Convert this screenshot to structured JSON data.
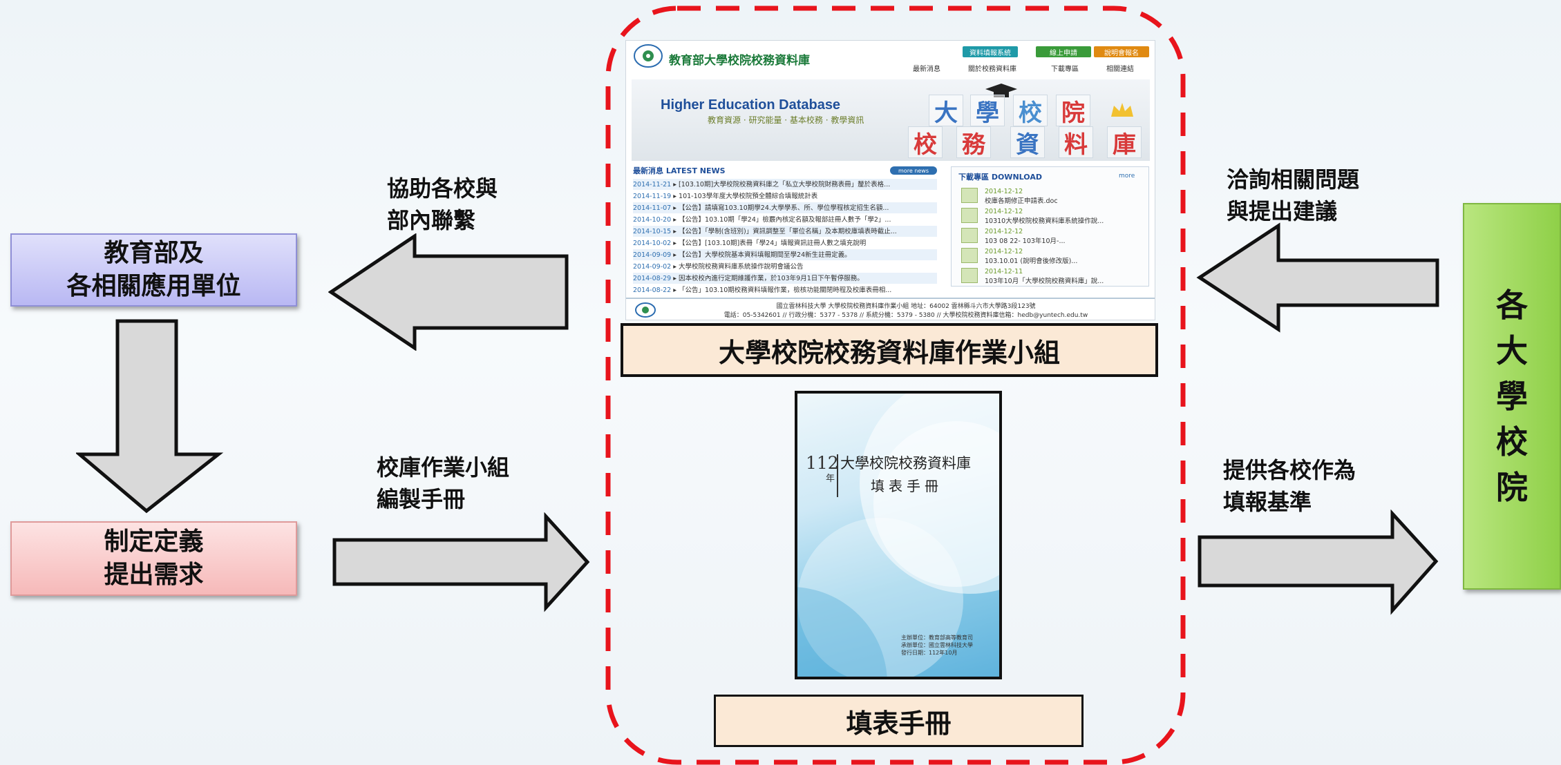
{
  "left": {
    "moe_box": [
      "教育部及",
      "各相關應用單位"
    ],
    "define_box": [
      "制定定義",
      "提出需求"
    ],
    "assist_label": "協助各校與\n部內聯繫",
    "compile_label": "校庫作業小組\n編製手冊"
  },
  "right": {
    "inquiry_label": "洽詢相關問題\n與提出建議",
    "provide_label": "提供各校作為\n填報基準",
    "universities_box": [
      "各",
      "大",
      "學",
      "校",
      "院"
    ]
  },
  "center": {
    "team_label": "大學校院校務資料庫作業小組",
    "manual_label": "填表手冊"
  },
  "website": {
    "title": "教育部大學校院校務資料庫",
    "buttons": [
      {
        "label": "資料填報系統",
        "color": "#1f9aa8"
      },
      {
        "label": "線上申請",
        "color": "#3a9b3a"
      },
      {
        "label": "說明會報名",
        "color": "#e08a12"
      }
    ],
    "nav": [
      "最新消息",
      "關於校務資料庫",
      "下載專區",
      "相關連結"
    ],
    "banner_title": "Higher Education Database",
    "banner_sub": "教育資源 · 研究能量 · 基本校務 · 教學資訊",
    "banner_cubes": [
      {
        "char": "大",
        "color": "#3a74c2"
      },
      {
        "char": "學",
        "color": "#3a74c2"
      },
      {
        "char": "校",
        "color": "#4a8fd0"
      },
      {
        "char": "院",
        "color": "#d83a3a"
      },
      {
        "char": "校",
        "color": "#d83a3a"
      },
      {
        "char": "務",
        "color": "#d83a3a"
      },
      {
        "char": "資",
        "color": "#3a74c2"
      },
      {
        "char": "料",
        "color": "#d83a3a"
      },
      {
        "char": "庫",
        "color": "#d83a3a"
      }
    ],
    "news_heading": "最新消息  LATEST  NEWS",
    "news_more": "more news",
    "news": [
      {
        "date": "2014-11-21",
        "text": "[103.10期]大學校院校務資料庫之「私立大學校院財務表冊」釐於表格..."
      },
      {
        "date": "2014-11-19",
        "text": "101-103學年度大學校院預全體綜合填報統計表"
      },
      {
        "date": "2014-11-07",
        "text": "【公告】請填寫103.10期學24.大學學系、所、學位學程核定招生名額..."
      },
      {
        "date": "2014-10-20",
        "text": "【公告】103.10期「學24」檢覈內核定名額及報部註冊人數予「學2」..."
      },
      {
        "date": "2014-10-15",
        "text": "【公告】「學制(含班別)」資訊調整至「單位名稱」及本期校庫填表時截止..."
      },
      {
        "date": "2014-10-02",
        "text": "【公告】[103.10期]表冊「學24」填報資訊註冊人數之填充說明"
      },
      {
        "date": "2014-09-09",
        "text": "【公告】大學校院基本資料填報期間至學24新生註冊定義。"
      },
      {
        "date": "2014-09-02",
        "text": "大學校院校務資料庫系統操作說明會議公告"
      },
      {
        "date": "2014-08-29",
        "text": "因本校校內進行定期維護作業，於103年9月1日下午暫停服務。"
      },
      {
        "date": "2014-08-22",
        "text": "「公告」103.10期校務資料填報作業，檢核功能關閉時程及校庫表冊相..."
      }
    ],
    "download_heading": "下載專區  DOWNLOAD",
    "download_more": "more",
    "downloads": [
      {
        "date": "2014-12-12",
        "text": "校庫各期修正申請表.doc"
      },
      {
        "date": "2014-12-12",
        "text": "10310大學校院校務資料庫系統操作說..."
      },
      {
        "date": "2014-12-12",
        "text": "103 08 22- 103年10月-..."
      },
      {
        "date": "2014-12-12",
        "text": "103.10.01 (說明會後修改版)..."
      },
      {
        "date": "2014-12-11",
        "text": "103年10月「大學校院校務資料庫」說..."
      }
    ],
    "footer_line1": "國立雲林科技大學  大學校院校務資料庫作業小組          地址：64002 雲林縣斗六市大學路3段123號",
    "footer_line2": "電話：05-5342601  //  行政分機：5377 - 5378  //  系統分機：5379 - 5380  //  大學校院校務資料庫信箱：hedb@yuntech.edu.tw"
  },
  "manual_cover": {
    "year": "112",
    "year_unit": "年",
    "title": "大學校院校務資料庫",
    "subtitle": "填表手冊",
    "info": "主辦單位：教育部高等教育司\n承辦單位：國立雲林科技大學\n發行日期：112年10月"
  },
  "colors": {
    "moe_box": "#c6c5f6",
    "define_box": "#f9c9c9",
    "universities_box": "#a3dc5e",
    "arrow_fill": "#d9d9d9",
    "dashed_border": "#e8141c",
    "label_box": "#fbe9d6"
  }
}
